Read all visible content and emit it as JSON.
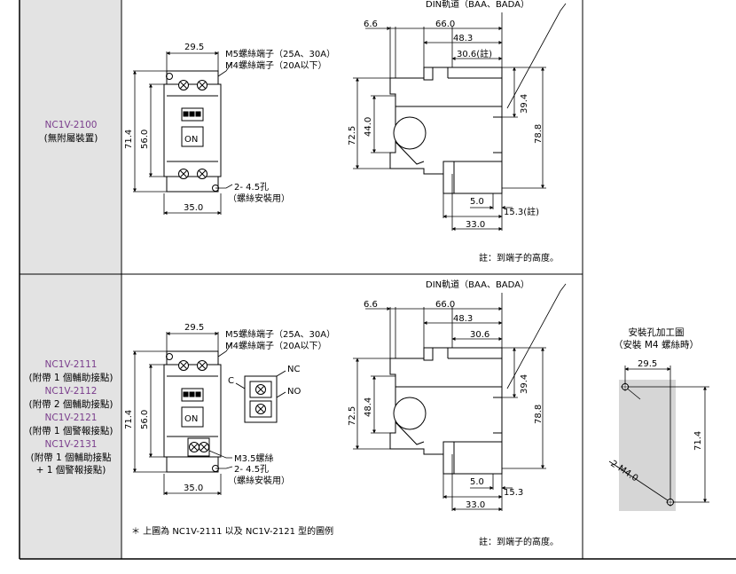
{
  "row1": {
    "models": [
      "NC1V-2100",
      "(無附屬裝置)"
    ],
    "din_rail": "DIN軌道（BAA、BADA）",
    "terminal_m5": "M5螺絲端子（25A、30A）",
    "terminal_m4": "M4螺絲端子（20A以下）",
    "mount_holes": [
      "2- 4.5孔",
      "（螺絲安裝用）"
    ],
    "on_label": "ON",
    "dims_front": {
      "top_width": "29.5",
      "bottom_width": "35.0",
      "height_outer": "71.4",
      "height_inner": "56.0"
    },
    "dims_side": {
      "d66": "66.0",
      "d48": "48.3",
      "d30": "30.6(註)",
      "d6": "6.6",
      "h72": "72.5",
      "h44": "44.0",
      "h39": "39.4",
      "h78": "78.8",
      "d5": "5.0",
      "d15": "15.3(註)",
      "d33": "33.0"
    },
    "note": "註：到端子的高度。"
  },
  "row2": {
    "models": [
      "NC1V-2111",
      "(附帶 1 個輔助接點)",
      "NC1V-2112",
      "(附帶 2 個輔助接點)",
      "NC1V-2121",
      "(附帶 1 個警報接點)",
      "NC1V-2131",
      "(附帶 1 個輔助接點",
      "+ 1 個警報接點)"
    ],
    "din_rail": "DIN軌道（BAA、BADA）",
    "terminal_m5": "M5螺絲端子（25A、30A）",
    "terminal_m4": "M4螺絲端子（20A以下）",
    "m35": "M3.5螺絲",
    "mount_holes": [
      "2- 4.5孔",
      "（螺絲安裝用）"
    ],
    "contact_nc": "NC",
    "contact_no": "NO",
    "contact_c": "C",
    "on_label": "ON",
    "dims_front": {
      "top_width": "29.5",
      "bottom_width": "35.0",
      "height_outer": "71.4",
      "height_inner": "56.0"
    },
    "dims_side": {
      "d66": "66.0",
      "d48": "48.3",
      "d30": "30.6",
      "d6": "6.6",
      "h72": "72.5",
      "h48": "48.4",
      "h39": "39.4",
      "h78": "78.8",
      "d5": "5.0",
      "d15": "15.3",
      "d33": "33.0"
    },
    "footnote": "＊ 上圖為 NC1V-2111 以及 NC1V-2121 型的圖例",
    "note": "註：到端子的高度。"
  },
  "mounting": {
    "title": [
      "安裝孔加工圖",
      "（安裝 M4 螺絲時）"
    ],
    "width": "29.5",
    "height": "71.4",
    "hole_label": "2-M4.0"
  },
  "colors": {
    "model_text": "#7a3d8c",
    "label_bg": "#e3e3e3",
    "plate": "#d6d6d6",
    "line": "#000000"
  }
}
